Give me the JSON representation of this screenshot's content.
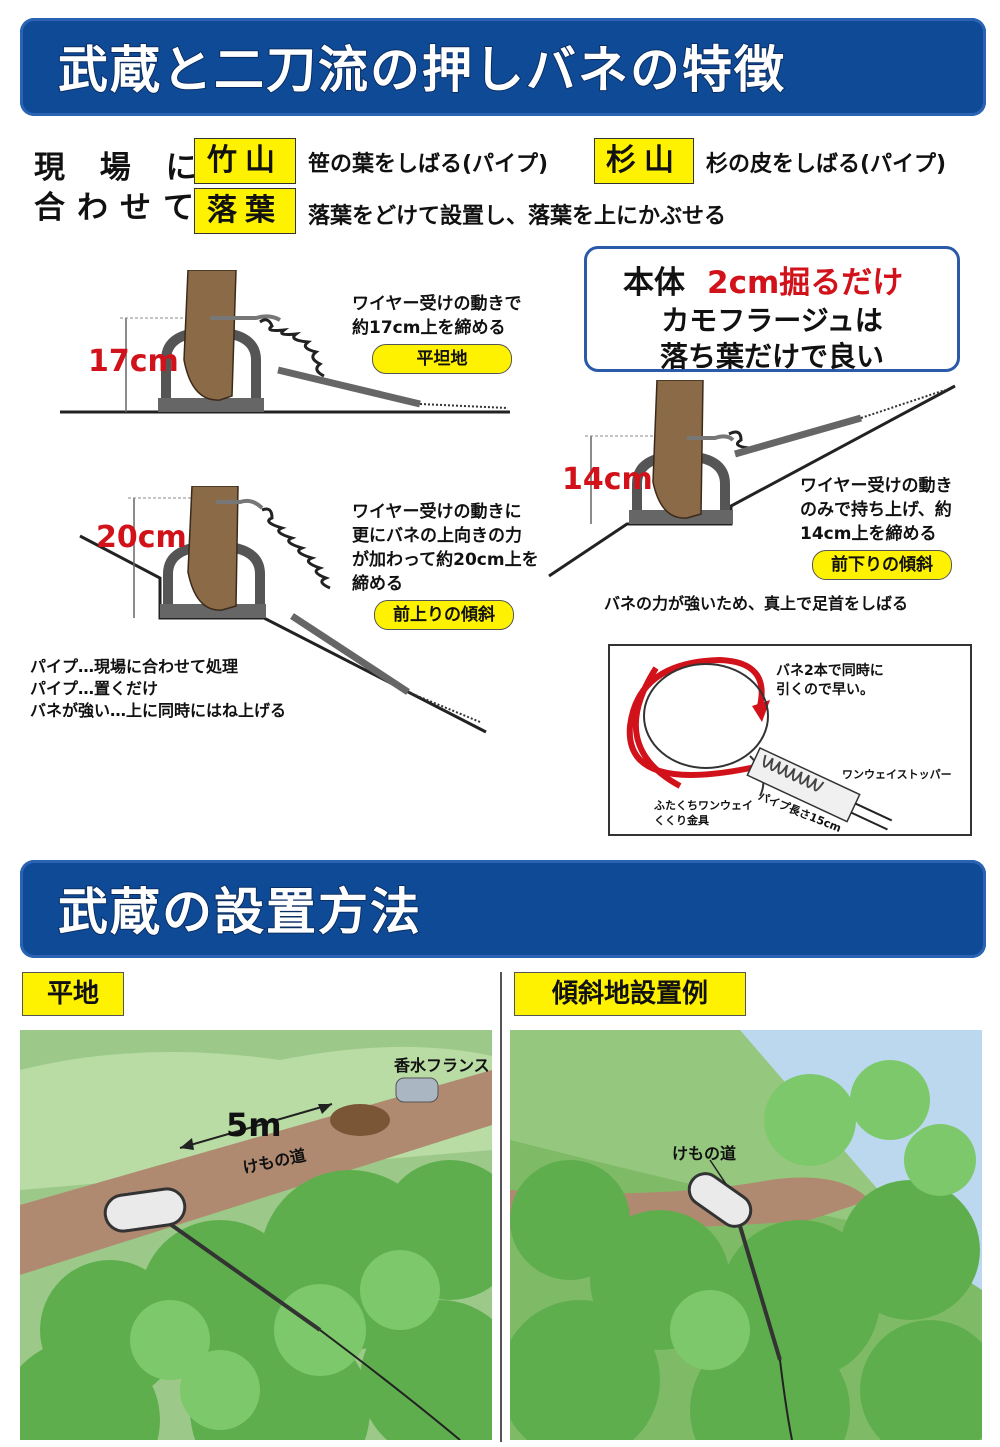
{
  "section1": {
    "title": "武蔵と二刀流の押しバネの特徴",
    "match_label_line1": "現 場 に",
    "match_label_line2": "合わせて",
    "items": [
      {
        "tag": "竹山",
        "desc": "笹の葉をしばる(パイプ)"
      },
      {
        "tag": "杉山",
        "desc": "杉の皮をしばる(パイプ)"
      },
      {
        "tag": "落葉",
        "desc": "落葉をどけて設置し、落葉を上にかぶせる"
      }
    ]
  },
  "diagram_flat": {
    "measure": "17cm",
    "caption_line1": "ワイヤー受けの動きで",
    "caption_line2": "約17cm上を締める",
    "badge": "平坦地"
  },
  "diagram_up": {
    "measure": "20cm",
    "caption_line1": "ワイヤー受けの動きに",
    "caption_line2": "更にバネの上向きの力",
    "caption_line3": "が加わって約20cm上を",
    "caption_line4": "締める",
    "badge": "前上りの傾斜"
  },
  "callout": {
    "line1_a": "本体",
    "line1_b": "2cm掘るだけ",
    "line2": "カモフラージュは",
    "line3": "落ち葉だけで良い"
  },
  "diagram_down": {
    "measure": "14cm",
    "caption_line1": "ワイヤー受けの動き",
    "caption_line2": "のみで持ち上げ、約",
    "caption_line3": "14cm上を締める",
    "badge": "前下りの傾斜",
    "note": "バネの力が強いため、真上で足首をしばる"
  },
  "notes": {
    "line1": "パイプ…現場に合わせて処理",
    "line2": "パイプ…置くだけ",
    "line3": "バネが強い…上に同時にはね上げる"
  },
  "spring_detail": {
    "label1_line1": "バネ2本で同時に",
    "label1_line2": "引くので早い。",
    "label2": "ワンウェイストッパー",
    "label3_line1": "ふたくちワンウェイ",
    "label3_line2": "くくり金具",
    "label4": "パイプ長さ15cm"
  },
  "section2": {
    "title": "武蔵の設置方法",
    "flat_label": "平地",
    "slope_label": "傾斜地設置例",
    "flat_photo": {
      "perfume": "香水フランス",
      "distance": "5m",
      "trail": "けもの道"
    },
    "slope_photo": {
      "trail": "けもの道"
    }
  },
  "colors": {
    "banner_blue": "#0f4a97",
    "highlight_yellow": "#fff200",
    "measure_red": "#d1121a",
    "callout_border": "#2a5aa8"
  }
}
